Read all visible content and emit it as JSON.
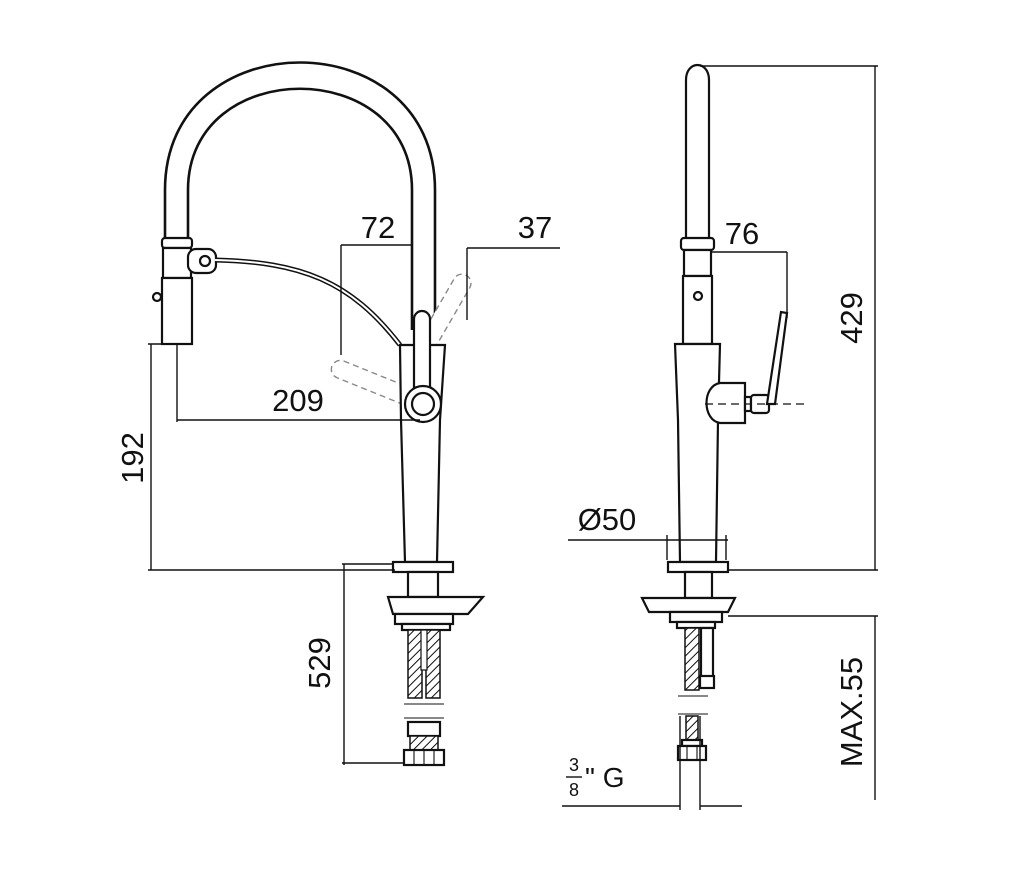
{
  "dimensions": {
    "spout_top_offset": "72",
    "handle_offset": "37",
    "spout_reach": "209",
    "spout_height": "192",
    "tail_length": "529",
    "side_handle_offset": "76",
    "total_height": "429",
    "body_diameter": "Ø50",
    "max_deck_thickness": "MAX.55",
    "connection_numerator": "3",
    "connection_denominator": "8",
    "connection_suffix": "\" G"
  }
}
